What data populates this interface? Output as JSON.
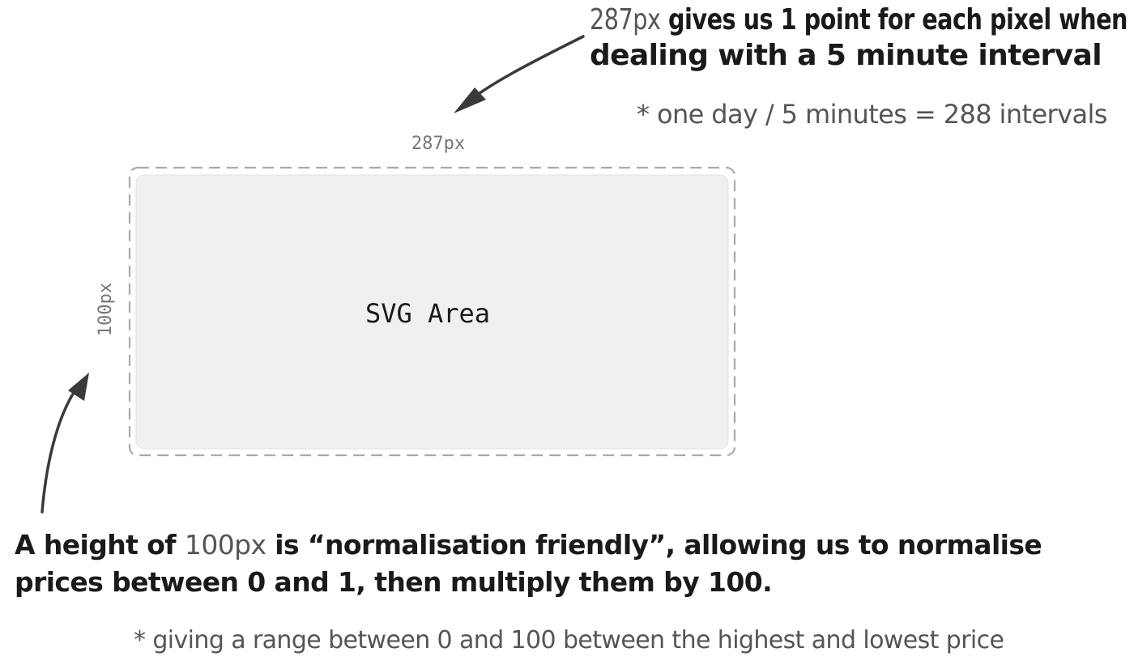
{
  "width_label": "287px",
  "height_label": "100px",
  "svg_area_label": "SVG Area",
  "top_note": {
    "highlight": "287px",
    "line1_rest": " gives us 1 point for each pixel when",
    "line2": "dealing with a 5 minute interval"
  },
  "top_footnote": "* one day / 5 minutes = 288 intervals",
  "bottom_note": {
    "line1_pre": "A height of ",
    "highlight": "100px",
    "line1_post": " is “normalisation friendly”, allowing us to normalise",
    "line2": "prices between 0 and 1, then multiply them by 100."
  },
  "bottom_footnote": "* giving a range between 0 and 100 between the highest and lowest price",
  "colors": {
    "text": "#1a1a1a",
    "highlight": "#555555",
    "dim": "#777777",
    "box_fill": "#f0f0f0",
    "dashed": "#aaaaaa"
  }
}
